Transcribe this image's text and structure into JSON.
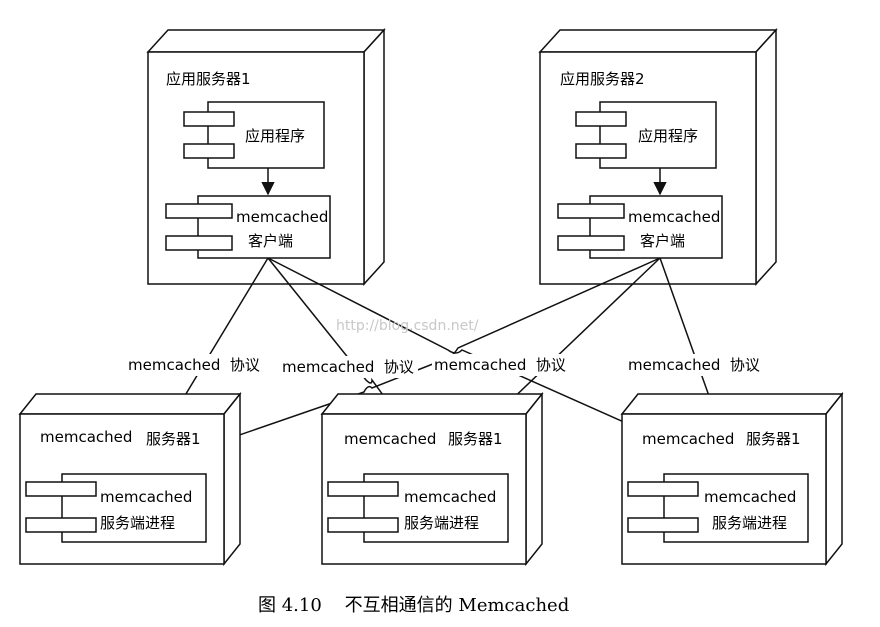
{
  "app_servers": [
    {
      "title": "应用服务器1",
      "app_component": "应用程序",
      "client_line1": "memcached",
      "client_line2": "客户端"
    },
    {
      "title": "应用服务器2",
      "app_component": "应用程序",
      "client_line1": "memcached",
      "client_line2": "客户端"
    }
  ],
  "mem_servers": [
    {
      "title_left": "memcached",
      "title_right": "服务器1",
      "process_line1": "memcached",
      "process_line2": "服务端进程"
    },
    {
      "title_left": "memcached",
      "title_right": "服务器1",
      "process_line1": "memcached",
      "process_line2": "服务端进程"
    },
    {
      "title_left": "memcached",
      "title_right": "服务器1",
      "process_line1": "memcached",
      "process_line2": "服务端进程"
    }
  ],
  "protocol_labels": [
    "memcached  协议",
    "memcached  协议",
    "memcached  协议",
    "memcached  协议"
  ],
  "watermark": "http://blog.csdn.net/",
  "caption": "图 4.10    不互相通信的 Memcached"
}
